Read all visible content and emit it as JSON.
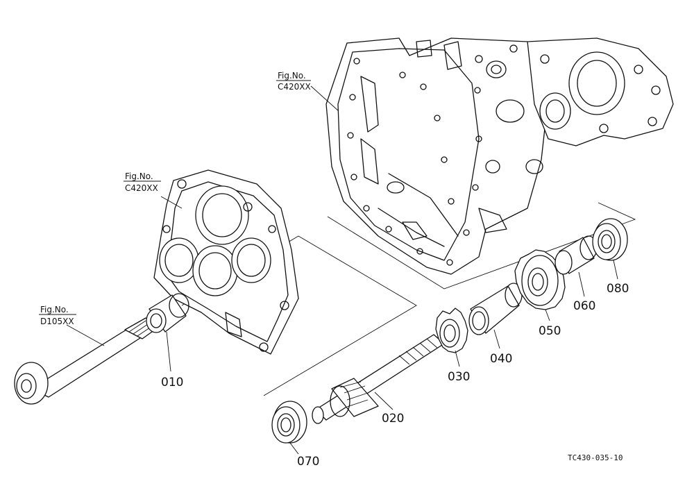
{
  "figure_refs": [
    {
      "line1": "Fig.No.",
      "line2": "C420XX"
    },
    {
      "line1": "Fig.No.",
      "line2": "C420XX"
    },
    {
      "line1": "Fig.No.",
      "line2": "D105XX"
    }
  ],
  "parts": [
    {
      "number": "010"
    },
    {
      "number": "020"
    },
    {
      "number": "030"
    },
    {
      "number": "040"
    },
    {
      "number": "050"
    },
    {
      "number": "060"
    },
    {
      "number": "070"
    },
    {
      "number": "080"
    }
  ],
  "drawing_code": "TC430-035-10"
}
